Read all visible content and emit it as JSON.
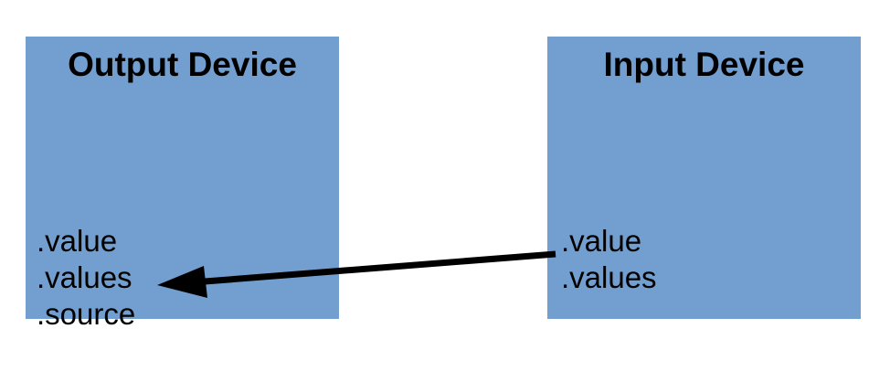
{
  "diagram": {
    "background_color": "#ffffff",
    "box_fill_color": "#729fcf",
    "text_color": "#000000",
    "arrow_color": "#000000",
    "boxes": [
      {
        "id": "output-device",
        "title": "Output Device",
        "properties": [
          ".value",
          ".values",
          ".source"
        ]
      },
      {
        "id": "input-device",
        "title": "Input Device",
        "properties": [
          ".value",
          ".values"
        ]
      }
    ],
    "connection": {
      "from_box": "Input Device",
      "from_property": ".values",
      "to_box": "Output Device",
      "to_property": ".source",
      "direction": "right-to-left"
    }
  }
}
